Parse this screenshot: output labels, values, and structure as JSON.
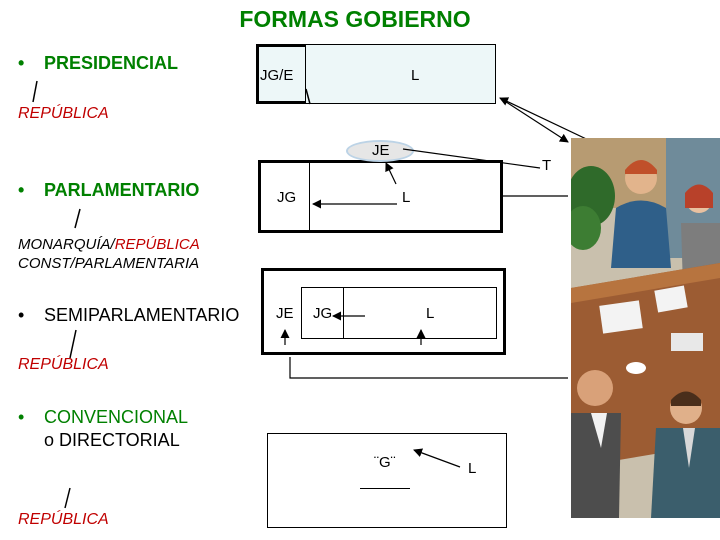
{
  "title": "FORMAS GOBIERNO",
  "bullet_glyph": "•",
  "sections": {
    "presidencial": {
      "label": "PRESIDENCIAL",
      "sub": "REPÚBLICA"
    },
    "parlamentario": {
      "label": "PARLAMENTARIO",
      "sub_part1": "MONARQUÍA/",
      "sub_part2": "REPÚBLICA",
      "sub_line2": "CONST/PARLAMENTARIA"
    },
    "semiparlamentario": {
      "label": "SEMIPARLAMENTARIO",
      "sub": "REPÚBLICA"
    },
    "convencional": {
      "label_line1": "CONVENCIONAL",
      "label_line2": "o DIRECTORIAL",
      "sub": "REPÚBLICA"
    }
  },
  "boxes": {
    "presidencial": {
      "left": "JG/E",
      "right": "L"
    },
    "parlamentario": {
      "ellipse": "JE",
      "left": "JG",
      "right": "L",
      "extra": "T"
    },
    "semiparlamentario": {
      "je": "JE",
      "jg": "JG",
      "right": "L"
    },
    "convencional": {
      "center": "¨G¨",
      "right": "L"
    }
  },
  "colors": {
    "title": "#008000",
    "box_fill": "#edf7f8",
    "box_border": "#000000",
    "ellipse_fill": "#e6e6e6",
    "ellipse_border": "#bcd3e6",
    "subtitle_red": "#c00000"
  },
  "illustration": {
    "icon": "office-meeting-clipart"
  }
}
